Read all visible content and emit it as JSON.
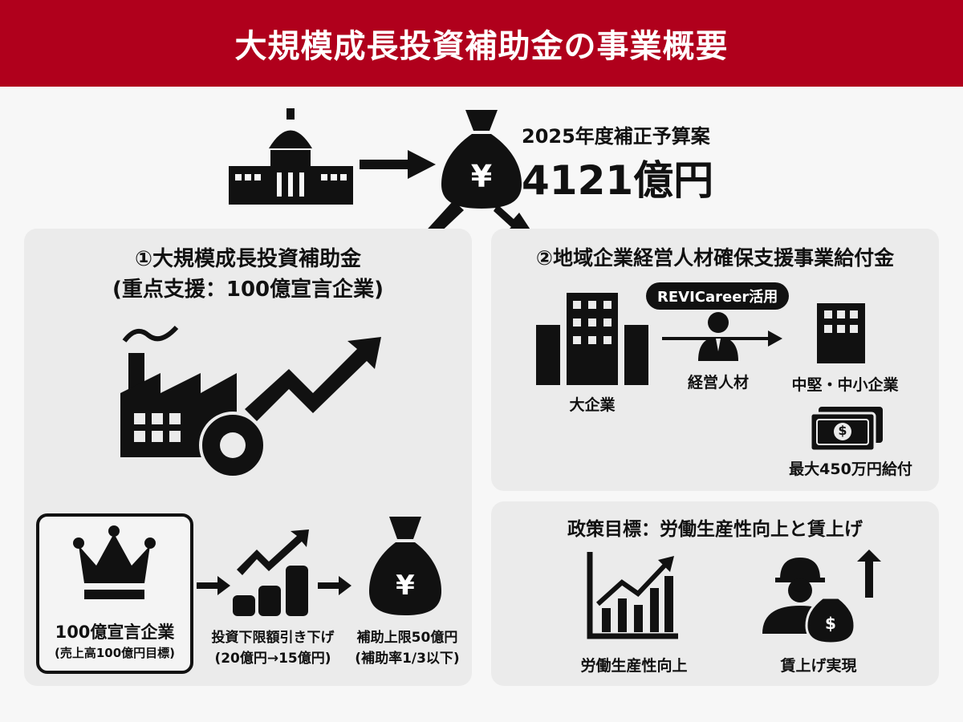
{
  "header": {
    "title": "大規模成長投資補助金の事業概要"
  },
  "budget": {
    "label": "2025年度補正予算案",
    "amount": "4121億円",
    "currency_symbol": "¥"
  },
  "left_panel": {
    "title_line1": "①大規模成長投資補助金",
    "title_line2": "(重点支援：100億宣言企業)",
    "steps": [
      {
        "line1": "100億宣言企業",
        "line2": "(売上高100億円目標)"
      },
      {
        "line1": "投資下限額引き下げ",
        "line2": "(20億円→15億円)"
      },
      {
        "line1": "補助上限50億円",
        "line2": "(補助率1/3以下)"
      }
    ]
  },
  "right_top_panel": {
    "title": "②地域企業経営人材確保支援事業給付金",
    "badge": "REVICareer活用",
    "from_label": "大企業",
    "person_label": "経営人材",
    "to_label": "中堅・中小企業",
    "payment_label": "最大450万円給付",
    "money_symbol": "$"
  },
  "right_bottom_panel": {
    "title": "政策目標：労働生産性向上と賃上げ",
    "items": [
      {
        "label": "労働生産性向上"
      },
      {
        "label": "賃上げ実現"
      }
    ],
    "money_symbol": "$"
  },
  "colors": {
    "header": "#b0001c",
    "panel": "#ebebeb",
    "ink": "#111111"
  }
}
